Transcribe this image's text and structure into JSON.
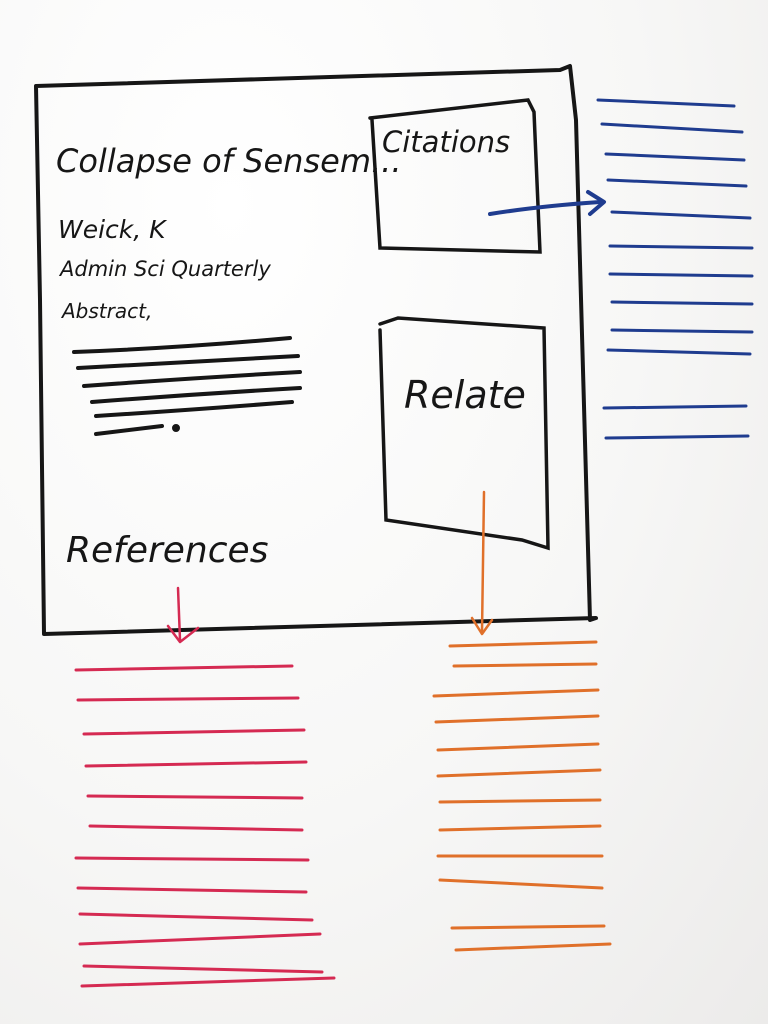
{
  "paper": {
    "title": "Collapse of Sensem...",
    "author": "Weick, K",
    "journal": "Admin Sci Quarterly",
    "abstract_label": "Abstract,"
  },
  "panels": {
    "citations_label": "Citations",
    "related_label": "Relate",
    "references_label": "References"
  },
  "lists": {
    "citations_line_count": 12,
    "references_line_count": 12,
    "related_line_count": 12
  },
  "colors": {
    "ink": "#161616",
    "citations": "#1f3c8f",
    "references": "#d52a52",
    "related": "#e0702a"
  }
}
